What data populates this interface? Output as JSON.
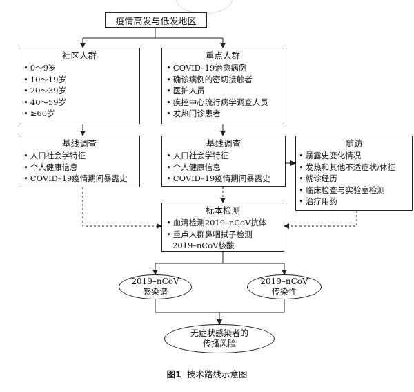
{
  "top": {
    "label": "疫情高发与低发地区"
  },
  "community": {
    "title": "社区人群",
    "items": [
      "0～9岁",
      "10～19岁",
      "20～39岁",
      "40～59岁",
      "≥60岁"
    ]
  },
  "key": {
    "title": "重点人群",
    "items": [
      "COVID–19治愈病例",
      "确诊病例的密切接触者",
      "医护人员",
      "疾控中心流行病学调查人员",
      "发热门诊患者"
    ]
  },
  "baseline_left": {
    "title": "基线调查",
    "items": [
      "人口社会学特征",
      "个人健康信息",
      "COVID–19疫情期间暴露史"
    ]
  },
  "baseline_right": {
    "title": "基线调查",
    "items": [
      "人口社会学特征",
      "个人健康信息",
      "COVID–19疫情期间暴露史"
    ]
  },
  "followup": {
    "title": "随访",
    "items": [
      "暴露史变化情况",
      "发热和其他不适症状/体征",
      "就诊经历",
      "临床检查与实验室检测",
      "治疗用药"
    ]
  },
  "specimen": {
    "title": "标本检测",
    "item1": "血清检测2019–nCoV抗体",
    "item2_line1": "重点人群鼻咽拭子检测",
    "item2_line2": "2019–nCoV核酸"
  },
  "outcome_spectrum": {
    "line1": "2019–nCoV",
    "line2": "感染谱"
  },
  "outcome_transmissibility": {
    "line1": "2019–nCoV",
    "line2": "传染性"
  },
  "risk": {
    "line1": "无症状感染者的",
    "line2": "传播风险"
  },
  "caption": {
    "number": "图1",
    "text": "技术路线示意图"
  }
}
